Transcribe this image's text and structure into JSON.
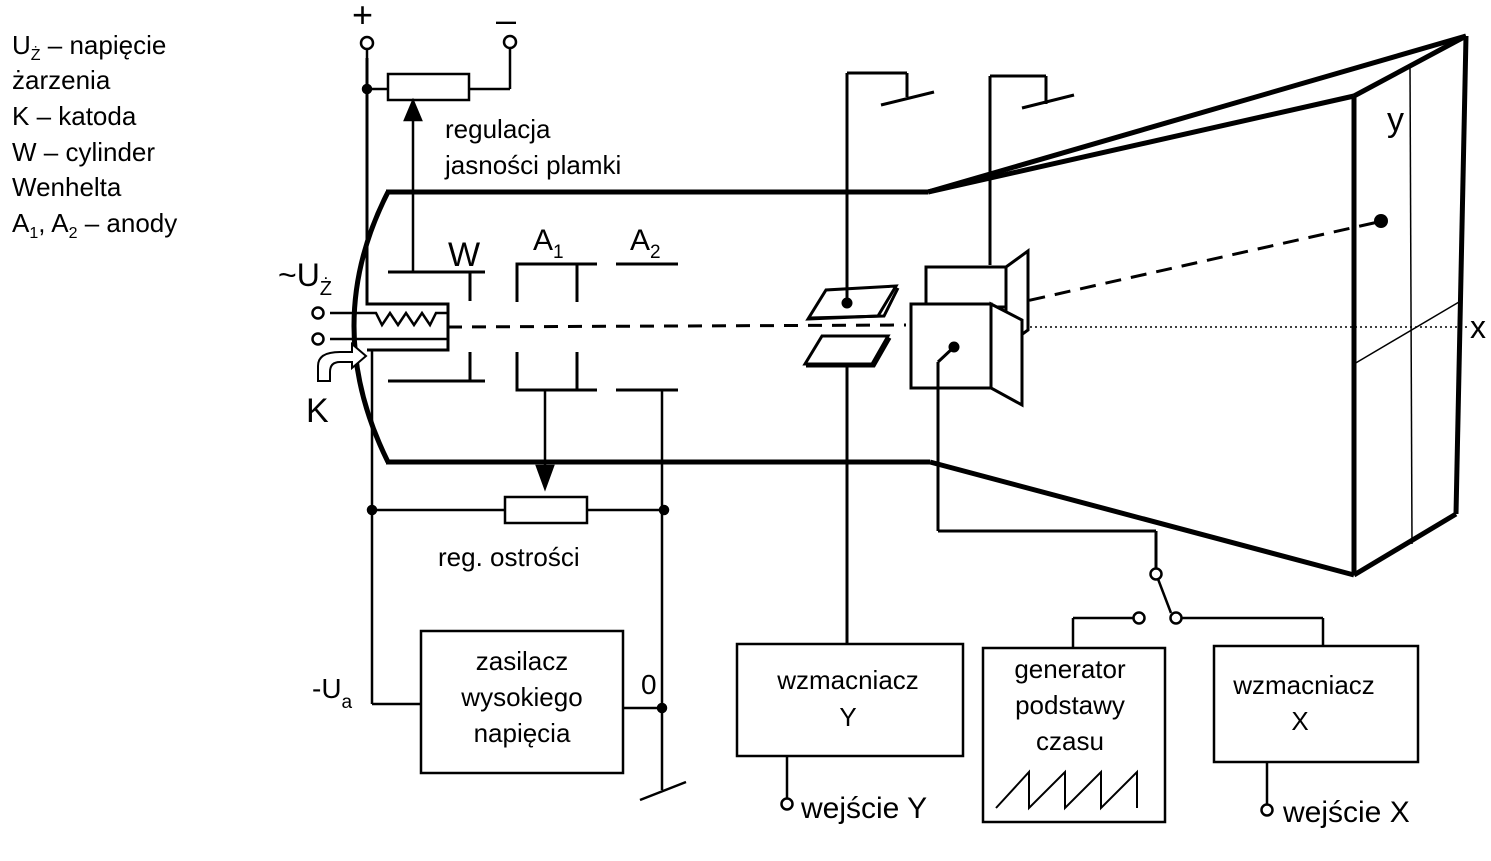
{
  "legend": {
    "line1_main": "U",
    "line1_sub": "Ż",
    "line1_rest": " – napięcie",
    "line2": "żarzenia",
    "line3": "K – katoda",
    "line4": "W – cylinder",
    "line5": "Wenhelta",
    "line6_a": "A",
    "line6_a_sub": "1",
    "line6_mid": ", A",
    "line6_b_sub": "2",
    "line6_rest": " – anody"
  },
  "terminals": {
    "plus": "+",
    "minus": "–",
    "heater_main": "~U",
    "heater_sub": "Ż",
    "cathode": "K",
    "neg_ua_main": "-U",
    "neg_ua_sub": "a",
    "zero": "0"
  },
  "electrodes": {
    "w": "W",
    "a1_main": "A",
    "a1_sub": "1",
    "a2_main": "A",
    "a2_sub": "2"
  },
  "labels": {
    "brightness_line1": "regulacja",
    "brightness_line2": "jasności plamki",
    "focus": "reg. ostrości",
    "axis_y": "y",
    "axis_x": "x",
    "input_y": "wejście Y",
    "input_x": "wejście X"
  },
  "blocks": {
    "psu_line1": "zasilacz",
    "psu_line2": "wysokiego",
    "psu_line3": "napięcia",
    "amp_y_line1": "wzmacniacz",
    "amp_y_line2": "Y",
    "gen_line1": "generator",
    "gen_line2": "podstawy",
    "gen_line3": "czasu",
    "amp_x_line1": "wzmacniacz",
    "amp_x_line2": "X"
  }
}
